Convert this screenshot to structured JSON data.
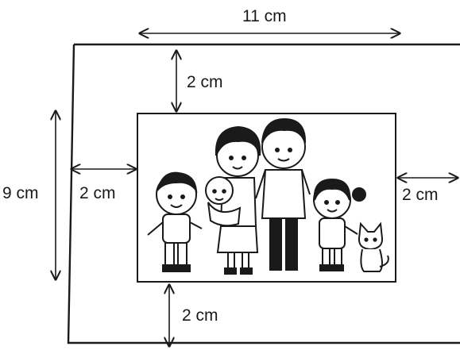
{
  "labels": {
    "width_outer": "11 cm",
    "height_outer": "9 cm",
    "margin_top": "2 cm",
    "margin_left": "2 cm",
    "margin_right": "2 cm",
    "margin_bottom": "2 cm"
  },
  "colors": {
    "ink": "#1a1a1a",
    "paper": "#ffffff"
  },
  "illustration": {
    "content": "family-portrait-with-cat"
  }
}
